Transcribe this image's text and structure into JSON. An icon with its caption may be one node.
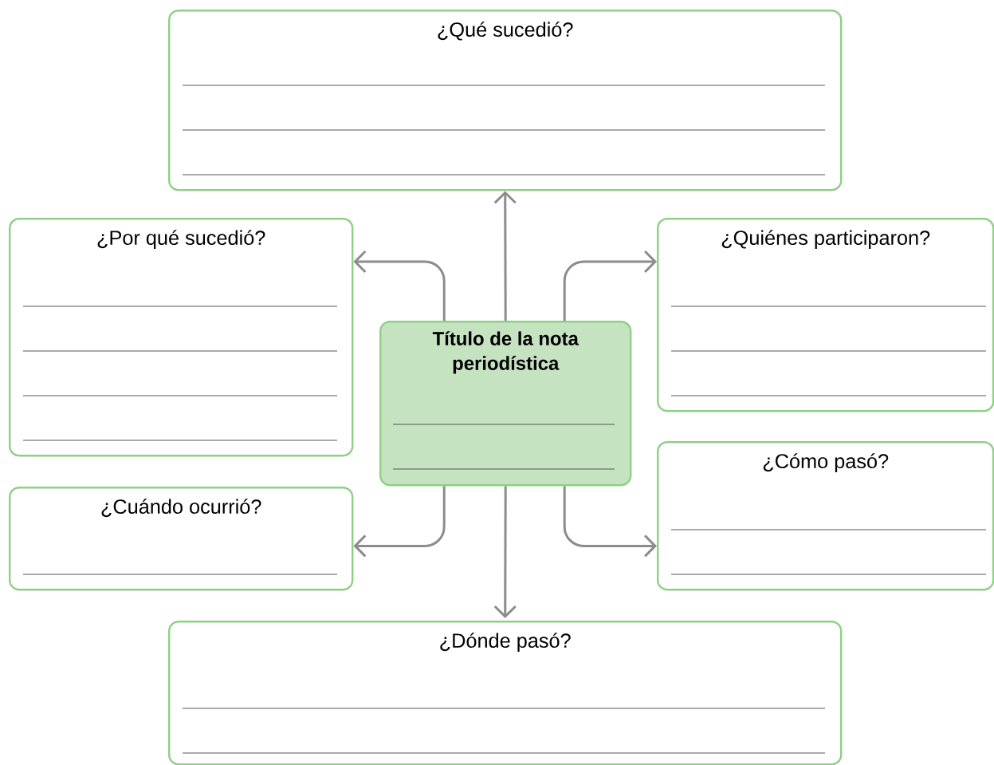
{
  "diagram": {
    "nodes": [
      {
        "text": [
          "¿Qué sucedió?"
        ]
      },
      {
        "text": [
          "¿Por qué sucedió?"
        ]
      },
      {
        "text": [
          "¿Quiénes participaron?"
        ]
      },
      {
        "text": [
          "Título de la nota periodística"
        ]
      },
      {
        "text": [
          "¿Cómo pasó?"
        ]
      },
      {
        "text": [
          "¿Cuándo ocurrió?"
        ]
      },
      {
        "text": [
          "¿Dónde pasó?"
        ]
      }
    ],
    "edges": [
      {
        "from": 3,
        "to": 0,
        "arrow": "to"
      },
      {
        "from": 3,
        "to": 1,
        "arrow": "to"
      },
      {
        "from": 3,
        "to": 2,
        "arrow": "to"
      },
      {
        "from": 3,
        "to": 4,
        "arrow": "to"
      },
      {
        "from": 3,
        "to": 5,
        "arrow": "to"
      },
      {
        "from": 3,
        "to": 6,
        "arrow": "to"
      }
    ]
  }
}
